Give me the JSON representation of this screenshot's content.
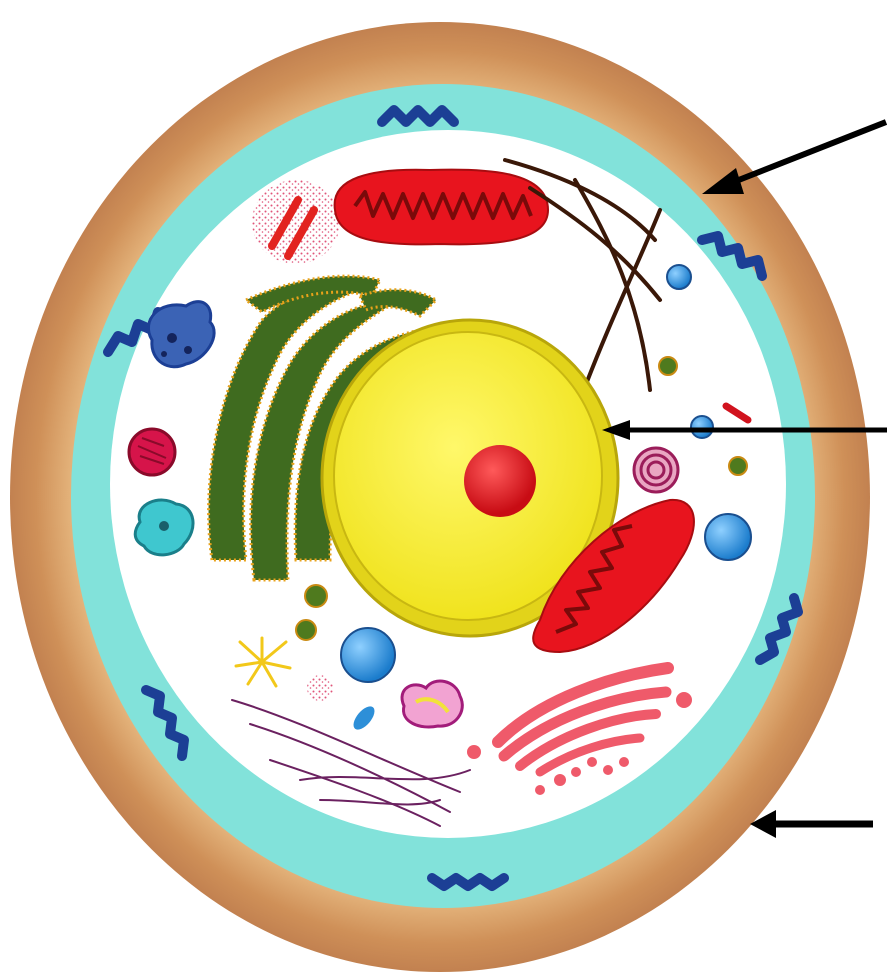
{
  "diagram": {
    "kind": "animal-cell",
    "labels_printed": false,
    "colors": {
      "cell_wall_outer": "#c98a52",
      "cell_wall_inner": "#e0ae74",
      "cytoplasm_ring": "#7fe0d8",
      "cytoplasm": "#ffffff",
      "nucleus": "#f6ef3a",
      "nucleolus": "#e8141e",
      "mitochondria": "#e8141e",
      "rough_er": "#3f6b1f",
      "golgi": "#ef5a6a",
      "lysosome": "#2d8fd8",
      "arrow": "#000000"
    },
    "pointer_arrows": [
      {
        "target": "cytoplasm-ring"
      },
      {
        "target": "nuclear-envelope"
      },
      {
        "target": "cell-boundary"
      }
    ]
  }
}
